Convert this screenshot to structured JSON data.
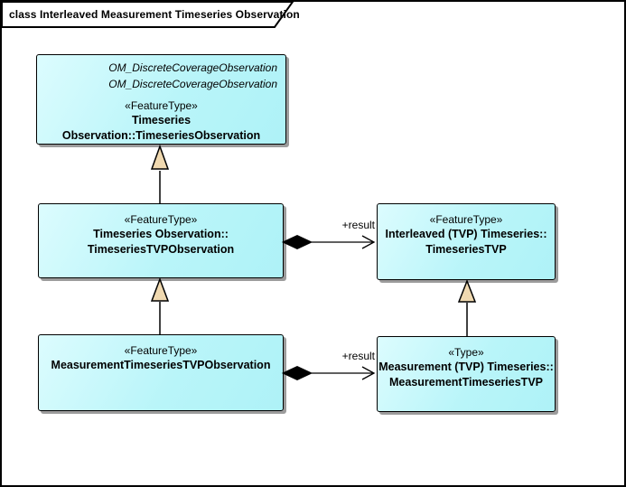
{
  "frame": {
    "title": "class Interleaved Measurement Timeseries Observation"
  },
  "colors": {
    "box_fill_light": "#DCFCFE",
    "box_fill_dark": "#AEF2F7",
    "box_border": "#000000",
    "box_shadow": "#9C9C9C",
    "generalization_triangle_fill": "#F0D9B0",
    "background": "#FFFFFF"
  },
  "classes": {
    "timeseriesObservation": {
      "parents": [
        "OM_DiscreteCoverageObservation",
        "OM_DiscreteCoverageObservation"
      ],
      "stereotype": "«FeatureType»",
      "name": "Timeseries Observation::TimeseriesObservation"
    },
    "timeseriesTVPObservation": {
      "stereotype": "«FeatureType»",
      "name_line1": "Timeseries Observation::",
      "name_line2": "TimeseriesTVPObservation"
    },
    "timeseriesTVP": {
      "stereotype": "«FeatureType»",
      "name_line1": "Interleaved (TVP) Timeseries::",
      "name_line2": "TimeseriesTVP"
    },
    "measurementTimeseriesTVPObservation": {
      "stereotype": "«FeatureType»",
      "name": "MeasurementTimeseriesTVPObservation"
    },
    "measurementTimeseriesTVP": {
      "stereotype": "«Type»",
      "name_line1": "Measurement (TVP) Timeseries::",
      "name_line2": "MeasurementTimeseriesTVP"
    }
  },
  "connectors": {
    "result_label": "+result",
    "relations": [
      {
        "type": "generalization",
        "from": "TimeseriesTVPObservation",
        "to": "TimeseriesObservation"
      },
      {
        "type": "generalization",
        "from": "MeasurementTimeseriesTVPObservation",
        "to": "TimeseriesTVPObservation"
      },
      {
        "type": "generalization",
        "from": "MeasurementTimeseriesTVP",
        "to": "TimeseriesTVP"
      },
      {
        "type": "composition",
        "from": "TimeseriesTVPObservation",
        "to": "TimeseriesTVP",
        "target_role": "+result"
      },
      {
        "type": "composition",
        "from": "MeasurementTimeseriesTVPObservation",
        "to": "MeasurementTimeseriesTVP",
        "target_role": "+result"
      }
    ]
  }
}
